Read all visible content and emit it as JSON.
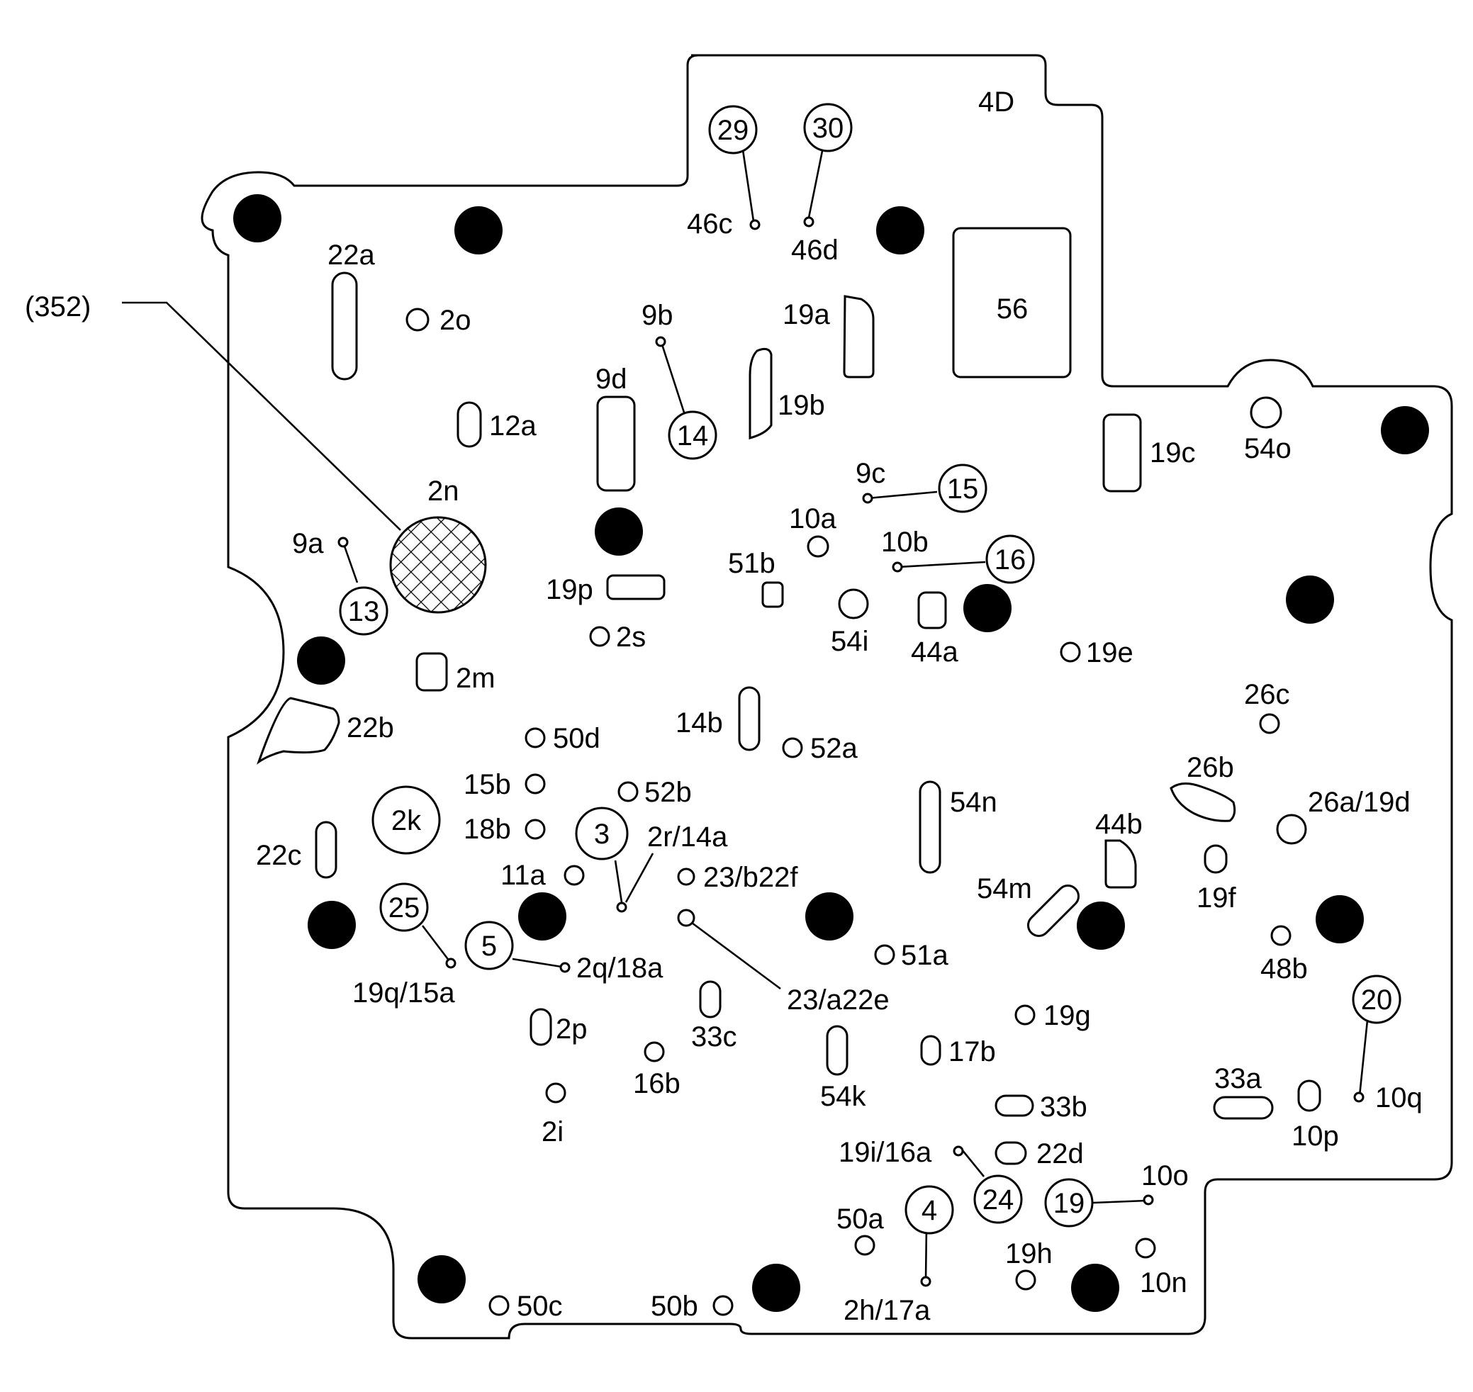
{
  "plate_code": "4D",
  "reference": "(352)",
  "box_label": "56",
  "callouts": {
    "c29": "29",
    "c30": "30",
    "c14": "14",
    "c15": "15",
    "c16": "16",
    "c13": "13",
    "c3": "3",
    "c25": "25",
    "c5": "5",
    "c20": "20",
    "c4": "4",
    "c24": "24",
    "c19": "19",
    "c2k": "2k"
  },
  "labels": {
    "l22a": "22a",
    "l2o": "2o",
    "l12a": "12a",
    "l2n": "2n",
    "l9a": "9a",
    "l2m": "2m",
    "l22b": "22b",
    "l22c": "22c",
    "l19q15a": "19q/15a",
    "l2p": "2p",
    "l2i": "2i",
    "l50c": "50c",
    "l50d": "50d",
    "l15b": "15b",
    "l18b": "18b",
    "l11a": "11a",
    "l9b": "9b",
    "l9d": "9d",
    "l19p": "19p",
    "l2s": "2s",
    "l14b": "14b",
    "l52b": "52b",
    "l2r14a": "2r/14a",
    "l23b22f": "23/b22f",
    "l2q18a": "2q/18a",
    "l33c": "33c",
    "l16b": "16b",
    "l50b": "50b",
    "l46c": "46c",
    "l46d": "46d",
    "l19a": "19a",
    "l19b": "19b",
    "l9c": "9c",
    "l10a": "10a",
    "l10b": "10b",
    "l51b": "51b",
    "l54i": "54i",
    "l44a": "44a",
    "l52a": "52a",
    "l23a22e": "23/a22e",
    "l54k": "54k",
    "l51a": "51a",
    "l19i16a": "19i/16a",
    "l50a": "50a",
    "l2h17a": "2h/17a",
    "l54n": "54n",
    "l54m": "54m",
    "l19e": "19e",
    "l19c": "19c",
    "l54o": "54o",
    "l26c": "26c",
    "l26b": "26b",
    "l26a19d": "26a/19d",
    "l44b": "44b",
    "l19f": "19f",
    "l48b": "48b",
    "l19g": "19g",
    "l17b": "17b",
    "l33b": "33b",
    "l22d": "22d",
    "l10o": "10o",
    "l19h": "19h",
    "l10n": "10n",
    "l33a": "33a",
    "l10p": "10p",
    "l10q": "10q"
  }
}
